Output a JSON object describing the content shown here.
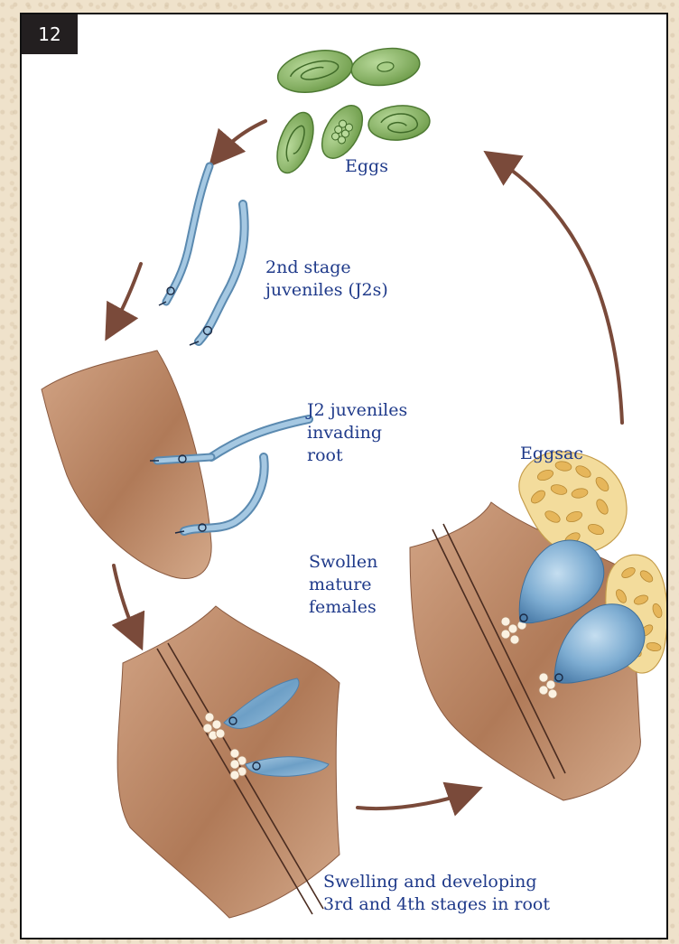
{
  "figure": {
    "number": "12",
    "labels": {
      "eggs": "Eggs",
      "j2s": "2nd stage\njuveniles (J2s)",
      "invading": "J2 juveniles\ninvading\nroot",
      "eggsac": "Eggsac",
      "swollen": "Swollen\nmature\nfemales",
      "developing": "Swelling and developing\n3rd and 4th stages in root"
    },
    "colors": {
      "root": "#c08d6c",
      "root_dark": "#9b6446",
      "nematode": "#7faed0",
      "egg": "#7fa85a",
      "eggsac": "#f1d68e",
      "arrow": "#7a4a3a",
      "text": "#1f3a8a"
    }
  }
}
